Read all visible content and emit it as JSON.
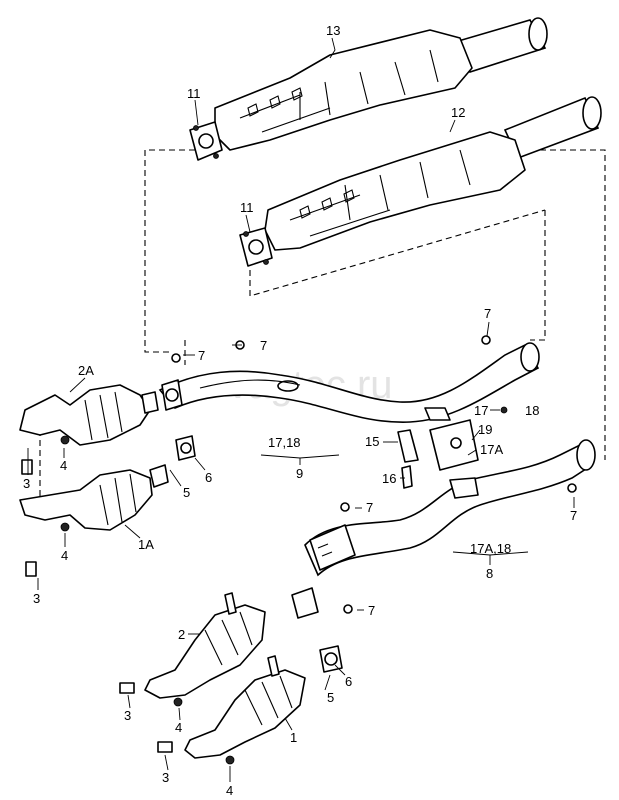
{
  "watermark": "vagtec.ru",
  "callouts": {
    "c13": "13",
    "c12": "12",
    "c11a": "11",
    "c11b": "11",
    "c7a": "7",
    "c7b": "7",
    "c7c": "7",
    "c7d": "7",
    "c7e": "7",
    "c2A": "2A",
    "c17_18": "17,18",
    "c9": "9",
    "c15": "15",
    "c16": "16",
    "c17": "17",
    "c18": "18",
    "c19": "19",
    "c17A": "17A",
    "c17A_18": "17A,18",
    "c8": "8",
    "c3a": "3",
    "c3b": "3",
    "c3c": "3",
    "c3d": "3",
    "c4a": "4",
    "c4b": "4",
    "c4c": "4",
    "c4d": "4",
    "c5a": "5",
    "c5b": "5",
    "c6a": "6",
    "c6b": "6",
    "c1A": "1A",
    "c2": "2",
    "c1": "1"
  }
}
